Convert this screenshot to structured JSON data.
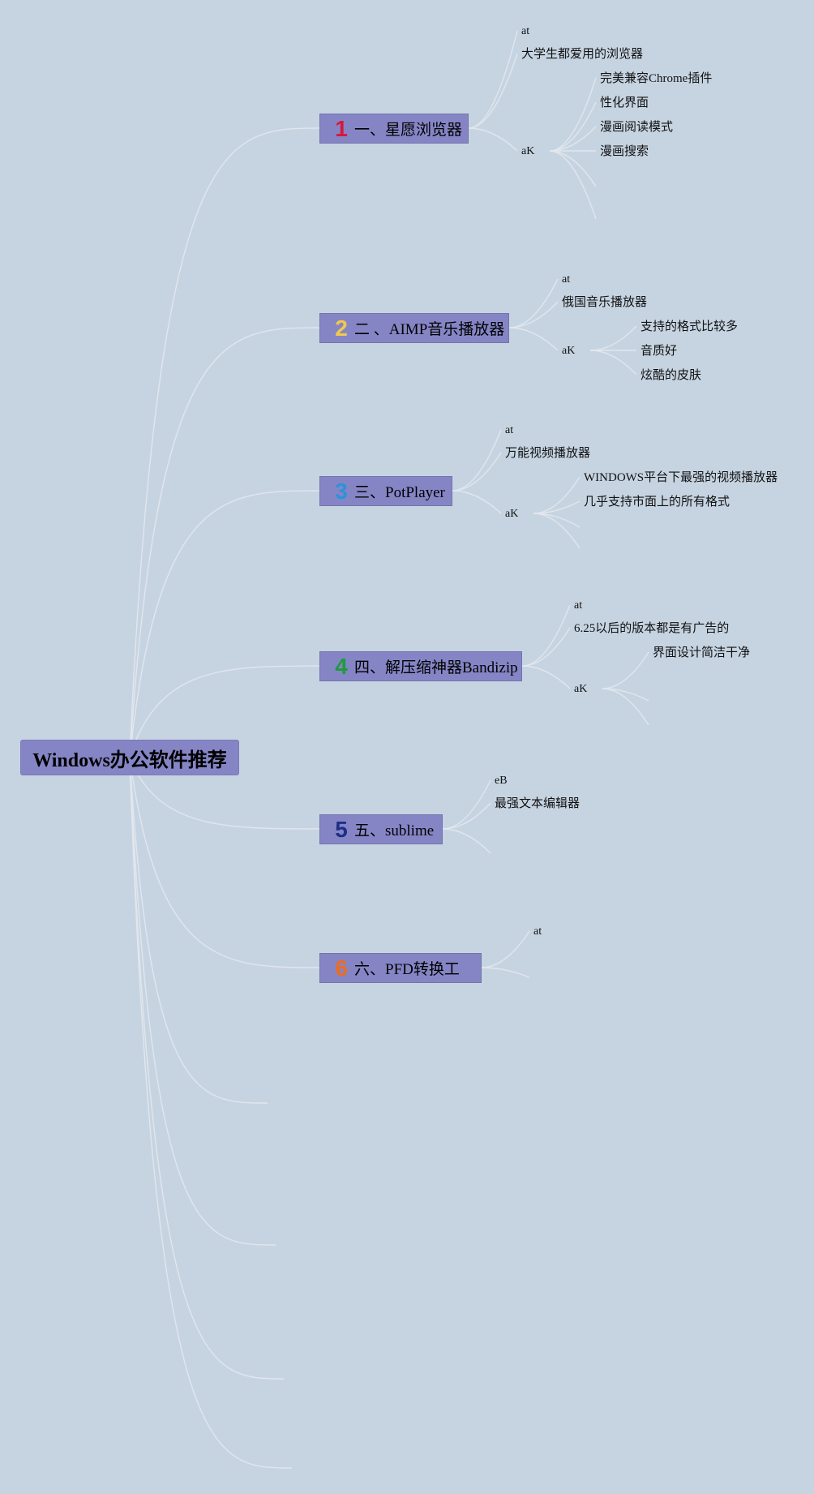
{
  "colors": {
    "background": "#c6d4e2",
    "node_fill": "#8585c6",
    "link": "#e3e8ee"
  },
  "root": {
    "title": "Windows办公软件推荐"
  },
  "branches": [
    {
      "number": "1",
      "number_color": "#d6173a",
      "label": "一、星愿浏览器",
      "tag1": "at",
      "desc": "大学生都爱用的浏览器",
      "tag2": "aK",
      "features": [
        "完美兼容Chrome插件",
        "性化界面",
        "漫画阅读模式",
        "漫画搜索"
      ]
    },
    {
      "number": "2",
      "number_color": "#f2c94c",
      "label": "二 、AIMP音乐播放器",
      "tag1": "at",
      "desc": "俄国音乐播放器",
      "tag2": "aK",
      "features": [
        "支持的格式比较多",
        "音质好",
        "炫酷的皮肤"
      ]
    },
    {
      "number": "3",
      "number_color": "#2d93d9",
      "label": "三、PotPlayer",
      "tag1": "at",
      "desc": "万能视频播放器",
      "tag2": "aK",
      "features": [
        "WINDOWS平台下最强的视频播放器",
        "几乎支持市面上的所有格式"
      ]
    },
    {
      "number": "4",
      "number_color": "#1f9a3c",
      "label": "四、解压缩神器Bandizip",
      "tag1": "at",
      "desc": "6.25以后的版本都是有广告的",
      "tag2": "aK",
      "features": [
        "界面设计简洁干净"
      ]
    },
    {
      "number": "5",
      "number_color": "#1d2f86",
      "label": "五、sublime",
      "tag1": "eB",
      "desc": "最强文本编辑器",
      "tag2": "",
      "features": []
    },
    {
      "number": "6",
      "number_color": "#ee6b1f",
      "label": "六、PFD转换工",
      "tag1": "at",
      "desc": "",
      "tag2": "",
      "features": []
    }
  ]
}
